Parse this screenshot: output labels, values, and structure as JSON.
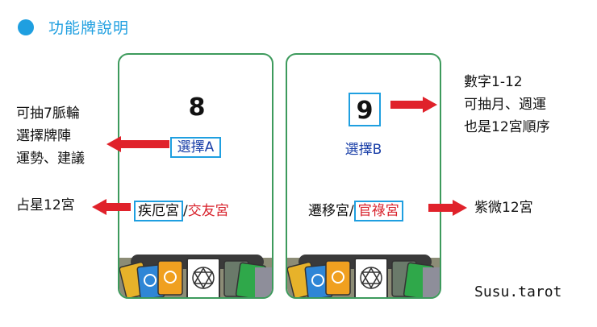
{
  "header": {
    "title": "功能牌說明"
  },
  "card_a": {
    "number": "8",
    "label": "選擇A",
    "palace_left": "疾厄宮",
    "separator": "/",
    "palace_right": "交友宮"
  },
  "card_b": {
    "number": "9",
    "label": "選擇B",
    "palace_left": "遷移宮",
    "separator": "/",
    "palace_right": "官祿宮"
  },
  "notes": {
    "left_top": [
      "可抽7脈輪",
      "選擇牌陣",
      "運勢、建議"
    ],
    "left_bottom": "占星12宮",
    "right_top": [
      "數字1-12",
      "可抽月、週運",
      "也是12宮順序"
    ],
    "right_bottom": "紫微12宮"
  },
  "watermark": "Susu.tarot",
  "colors": {
    "accent_blue": "#1f9fe0",
    "card_border": "#3d9a5c",
    "arrow_red": "#e0222b",
    "label_blue": "#1a3fa8",
    "palace_red": "#d8212b"
  }
}
